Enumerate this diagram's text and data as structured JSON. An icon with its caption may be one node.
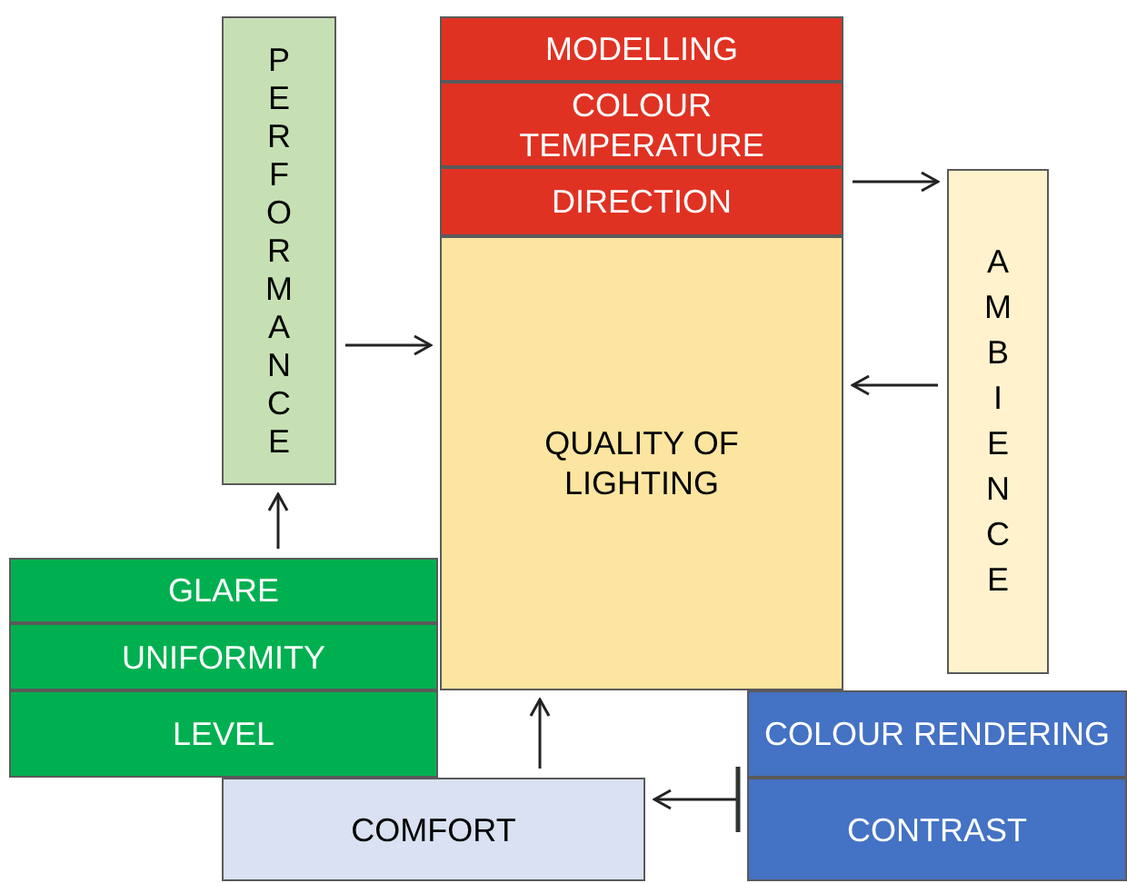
{
  "diagram": {
    "nodes": [
      {
        "text": [
          "PERFORMANCE"
        ]
      },
      {
        "text": [
          "MODELLING"
        ]
      },
      {
        "text": [
          "COLOUR TEMPERATURE"
        ]
      },
      {
        "text": [
          "DIRECTION"
        ]
      },
      {
        "text": [
          "QUALITY OF LIGHTING"
        ]
      },
      {
        "text": [
          "AMBIENCE"
        ]
      },
      {
        "text": [
          "GLARE"
        ]
      },
      {
        "text": [
          "UNIFORMITY"
        ]
      },
      {
        "text": [
          "LEVEL"
        ]
      },
      {
        "text": [
          "COMFORT"
        ]
      },
      {
        "text": [
          "COLOUR RENDERING"
        ]
      },
      {
        "text": [
          "CONTRAST"
        ]
      }
    ],
    "edges": [
      {
        "from": 0,
        "to": 4,
        "arrow": "to"
      },
      {
        "from": 3,
        "to": 5,
        "arrow": "to"
      },
      {
        "from": 5,
        "to": 4,
        "arrow": "to"
      },
      {
        "from": 6,
        "to": 0,
        "arrow": "to"
      },
      {
        "from": 9,
        "to": 4,
        "arrow": "to"
      },
      {
        "from": 11,
        "to": 9,
        "arrow": "to"
      }
    ]
  }
}
